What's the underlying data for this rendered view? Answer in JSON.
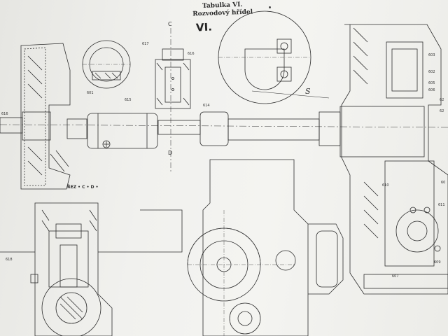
{
  "title": {
    "line1": "Tabulka VI.",
    "line2": "Rozvodový hřídel"
  },
  "plate_number": "VI.",
  "section_marks": {
    "top": "C",
    "bottom": "D"
  },
  "section_caption": "ŘEZ • C • D •",
  "s_mark": "S",
  "part_labels": [
    {
      "id": "p617",
      "text": "617"
    },
    {
      "id": "p616",
      "text": "616"
    },
    {
      "id": "p601",
      "text": "601"
    },
    {
      "id": "p615",
      "text": "615"
    },
    {
      "id": "p614",
      "text": "614"
    },
    {
      "id": "p618",
      "text": "618"
    },
    {
      "id": "p603",
      "text": "603"
    },
    {
      "id": "p602",
      "text": "602"
    },
    {
      "id": "p605a",
      "text": "605"
    },
    {
      "id": "p606",
      "text": "606"
    },
    {
      "id": "p62a",
      "text": "62"
    },
    {
      "id": "p62b",
      "text": "62"
    },
    {
      "id": "p610",
      "text": "610"
    },
    {
      "id": "p607",
      "text": "607"
    },
    {
      "id": "p609",
      "text": "609"
    },
    {
      "id": "p60",
      "text": "60"
    },
    {
      "id": "p611",
      "text": "611"
    },
    {
      "id": "p616l",
      "text": "616"
    }
  ]
}
